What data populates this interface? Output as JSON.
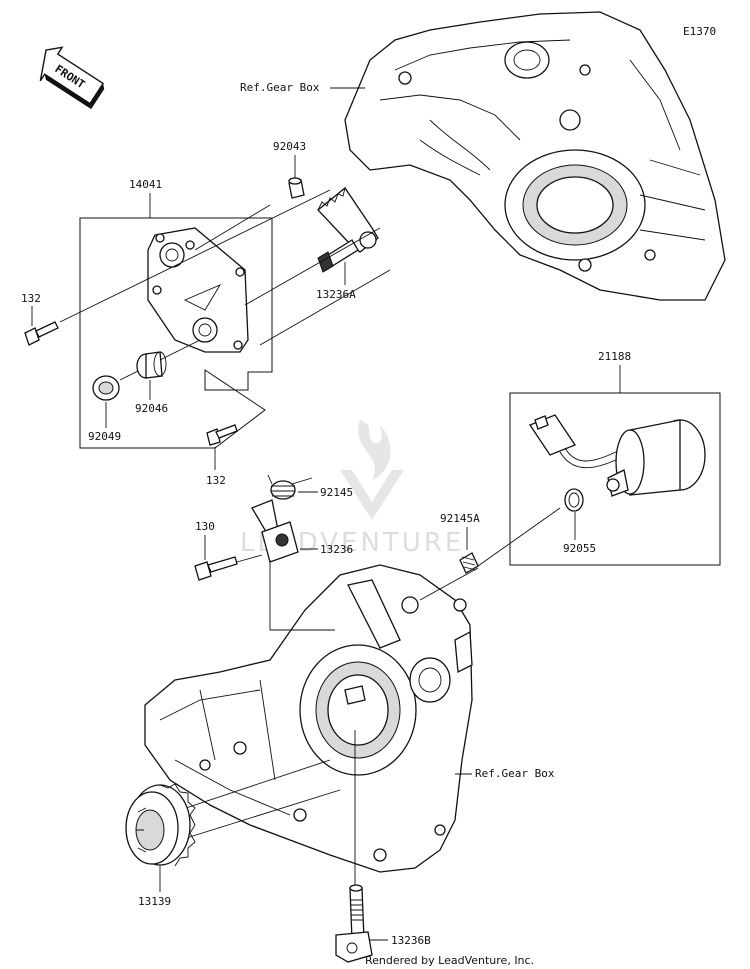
{
  "diagram_code": "E1370",
  "front_arrow_label": "FRONT",
  "references": {
    "gear_box_upper": "Ref.Gear Box",
    "gear_box_lower": "Ref.Gear Box"
  },
  "parts": {
    "p14041": "14041",
    "p92043": "92043",
    "p13236A": "13236A",
    "p132_top": "132",
    "p132_bottom": "132",
    "p92046": "92046",
    "p92049": "92049",
    "p21188": "21188",
    "p92145": "92145",
    "p130": "130",
    "p13236": "13236",
    "p92145A": "92145A",
    "p92055": "92055",
    "p13139": "13139",
    "p13236B": "13236B"
  },
  "watermark": "LEADVENTURE",
  "footer": "Rendered by LeadVenture, Inc."
}
